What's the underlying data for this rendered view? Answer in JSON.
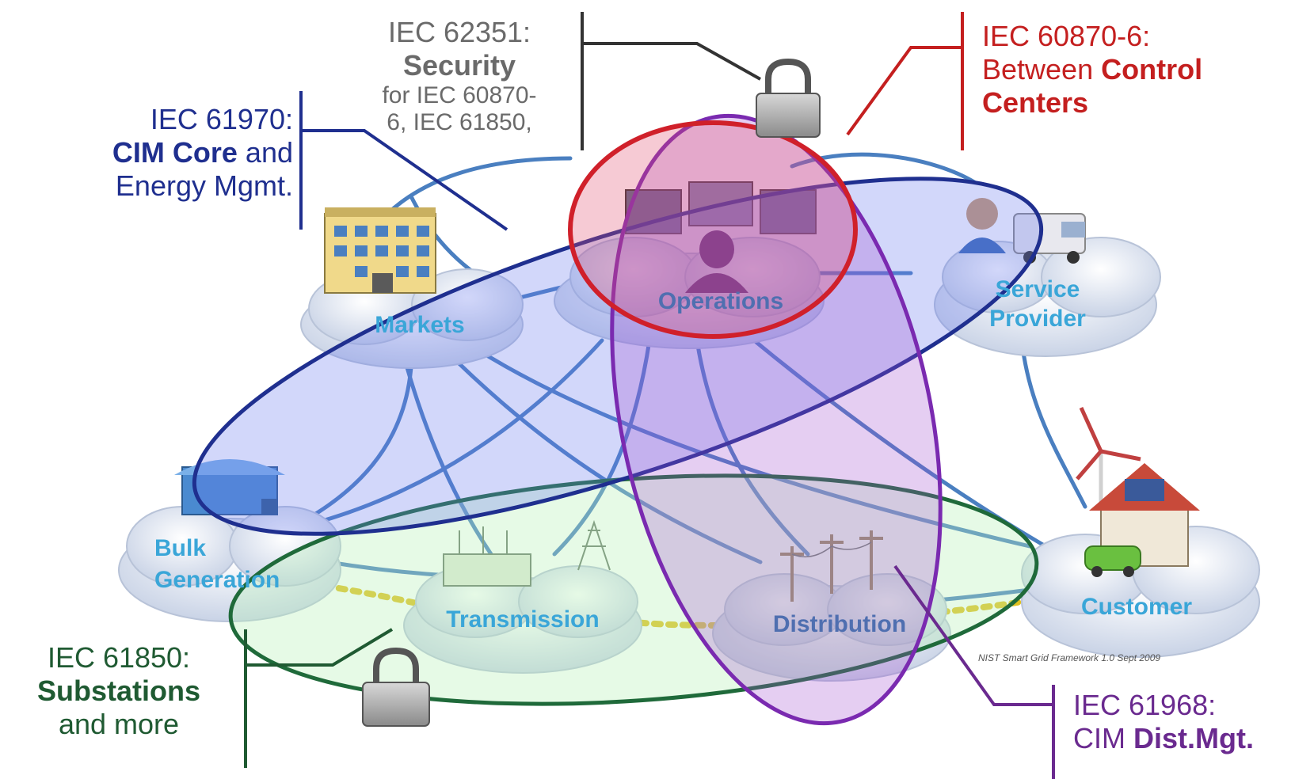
{
  "labels": {
    "security": {
      "line1": "IEC 62351:",
      "line2": "Security",
      "line3": "for IEC 60870-",
      "line4": "6, IEC 61850,"
    },
    "control_centers": {
      "line1": "IEC 60870-6:",
      "line2_pre": "Between ",
      "line2_bold": "Control",
      "line3": "Centers"
    },
    "cim_core": {
      "line1": "IEC 61970:",
      "line2_bold": "CIM Core",
      "line2_post": " and",
      "line3": "Energy Mgmt."
    },
    "substations": {
      "line1": "IEC 61850:",
      "line2": "Substations",
      "line3": "and more"
    },
    "dist_mgt": {
      "line1": "IEC 61968:",
      "line2_pre": "CIM ",
      "line2_bold": "Dist.Mgt."
    }
  },
  "nodes": {
    "markets": "Markets",
    "operations": "Operations",
    "service_line1": "Service",
    "service_line2": "Provider",
    "bulk_line1": "Bulk",
    "bulk_line2": "Generation",
    "transmission": "Transmission",
    "distribution": "Distribution",
    "customer": "Customer"
  },
  "credit": "NIST Smart Grid Framework 1.0 Sept 2009",
  "colors": {
    "blue": "#1f2f8f",
    "red": "#c41f1f",
    "green": "#1f5a32",
    "purple": "#6a2a8f",
    "gray": "#6a6a6a",
    "node_text": "#3aa6d8",
    "link": "#4a7fc0"
  }
}
